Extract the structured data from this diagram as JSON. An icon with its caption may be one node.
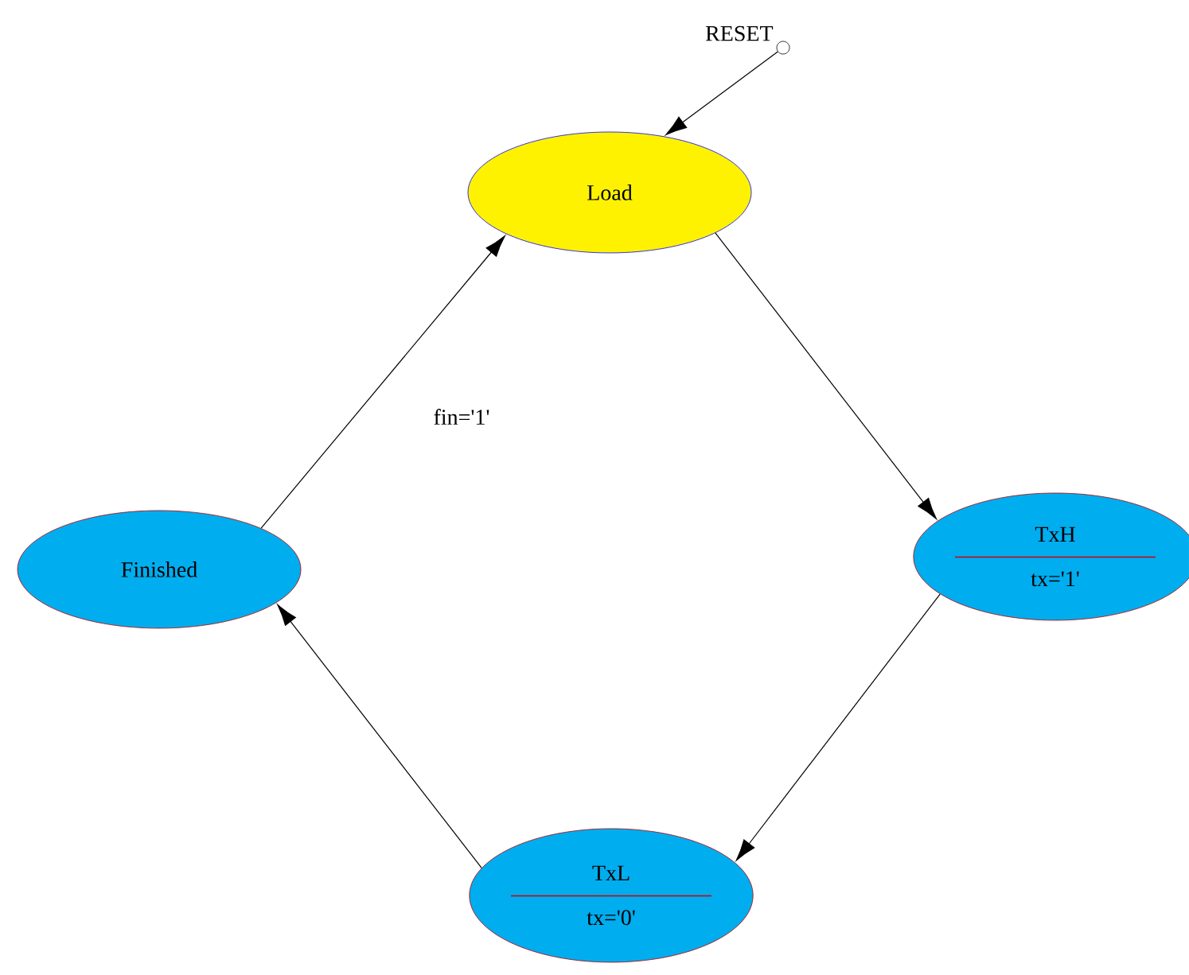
{
  "diagram": {
    "nodes": [
      {
        "text": [
          "Load"
        ]
      },
      {
        "text": [
          "TxH",
          "tx='1'"
        ]
      },
      {
        "text": [
          "TxL",
          "tx='0'"
        ]
      },
      {
        "text": [
          "Finished"
        ]
      },
      {
        "text": [],
        "shape": "circle",
        "beside": [
          "RESET"
        ]
      }
    ],
    "edges": [
      {
        "from": 4,
        "to": 0,
        "arrow": "to"
      },
      {
        "from": 0,
        "to": 1,
        "arrow": "to"
      },
      {
        "from": 1,
        "to": 2,
        "arrow": "to"
      },
      {
        "from": 2,
        "to": 3,
        "arrow": "to"
      },
      {
        "from": 3,
        "to": 0,
        "arrow": "to",
        "label": "fin='1'"
      }
    ]
  }
}
